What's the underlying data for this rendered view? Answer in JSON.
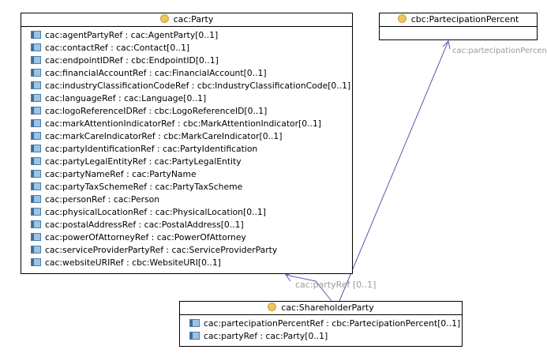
{
  "party": {
    "name": "cac:Party",
    "attributes": [
      "cac:agentPartyRef : cac:AgentParty[0..1]",
      "cac:contactRef : cac:Contact[0..1]",
      "cac:endpointIDRef : cbc:EndpointID[0..1]",
      "cac:financialAccountRef : cac:FinancialAccount[0..1]",
      "cac:industryClassificationCodeRef : cbc:IndustryClassificationCode[0..1]",
      "cac:languageRef : cac:Language[0..1]",
      "cac:logoReferenceIDRef : cbc:LogoReferenceID[0..1]",
      "cac:markAttentionIndicatorRef : cbc:MarkAttentionIndicator[0..1]",
      "cac:markCareIndicatorRef : cbc:MarkCareIndicator[0..1]",
      "cac:partyIdentificationRef : cac:PartyIdentification",
      "cac:partyLegalEntityRef : cac:PartyLegalEntity",
      "cac:partyNameRef : cac:PartyName",
      "cac:partyTaxSchemeRef : cac:PartyTaxScheme",
      "cac:personRef : cac:Person",
      "cac:physicalLocationRef : cac:PhysicalLocation[0..1]",
      "cac:postalAddressRef : cac:PostalAddress[0..1]",
      "cac:powerOfAttorneyRef : cac:PowerOfAttorney",
      "cac:serviceProviderPartyRef : cac:ServiceProviderParty",
      "cac:websiteURIRef : cbc:WebsiteURI[0..1]"
    ]
  },
  "percent": {
    "name": "cbc:PartecipationPercent",
    "attributes": []
  },
  "shareholder": {
    "name": "cac:ShareholderParty",
    "attributes": [
      "cac:partecipationPercentRef : cbc:PartecipationPercent[0..1]",
      "cac:partyRef : cac:Party[0..1]"
    ]
  },
  "associations": {
    "party_label": "cac:partyRef [0..1]",
    "percent_label": "cac:partecipationPercen"
  },
  "colors": {
    "edge": "#5a5ab4",
    "label": "#9a9a9a",
    "class_icon": "#ecc65a",
    "attribute_icon": "#4a7eaa"
  }
}
